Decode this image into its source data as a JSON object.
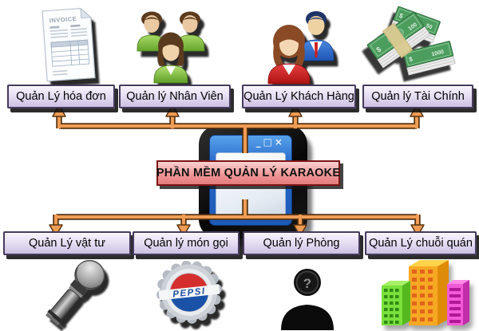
{
  "diagram": {
    "title": "PHẦN MỀM QUẢN LÝ KARAOKE",
    "center_icon": {
      "name": "app-window-icon",
      "controls": "_□×"
    },
    "top_modules": [
      {
        "label": "Quản Lý hóa đơn",
        "icon": "invoice-icon"
      },
      {
        "label": "Quản lý Nhân Viên",
        "icon": "employees-icon"
      },
      {
        "label": "Quản Lý Khách Hàng",
        "icon": "customers-icon"
      },
      {
        "label": "Quản lý Tài Chính",
        "icon": "money-icon"
      }
    ],
    "bottom_modules": [
      {
        "label": "Quản Lý vật tư",
        "icon": "microphone-icon"
      },
      {
        "label": "Quản lý món gọi",
        "icon": "pepsi-cap-icon"
      },
      {
        "label": "Quản lý Phòng",
        "icon": "unknown-person-icon"
      },
      {
        "label": "Quản Lý chuỗi quán",
        "icon": "buildings-icon"
      }
    ],
    "icon_texts": {
      "invoice_title": "INVOICE",
      "pepsi": "PEPSI",
      "question_mark": "?",
      "dollar": "$",
      "money_100": "100",
      "money_50": "50",
      "money_1000": "1000"
    },
    "colors": {
      "arrow_fill": "#ef9d55",
      "arrow_outline": "#5a3410",
      "node_bg": "#e5ddf2",
      "node_border": "#463a5c",
      "banner_bg": "#ef9494",
      "banner_border": "#7c1616",
      "window_blue": "#2767c8"
    }
  }
}
